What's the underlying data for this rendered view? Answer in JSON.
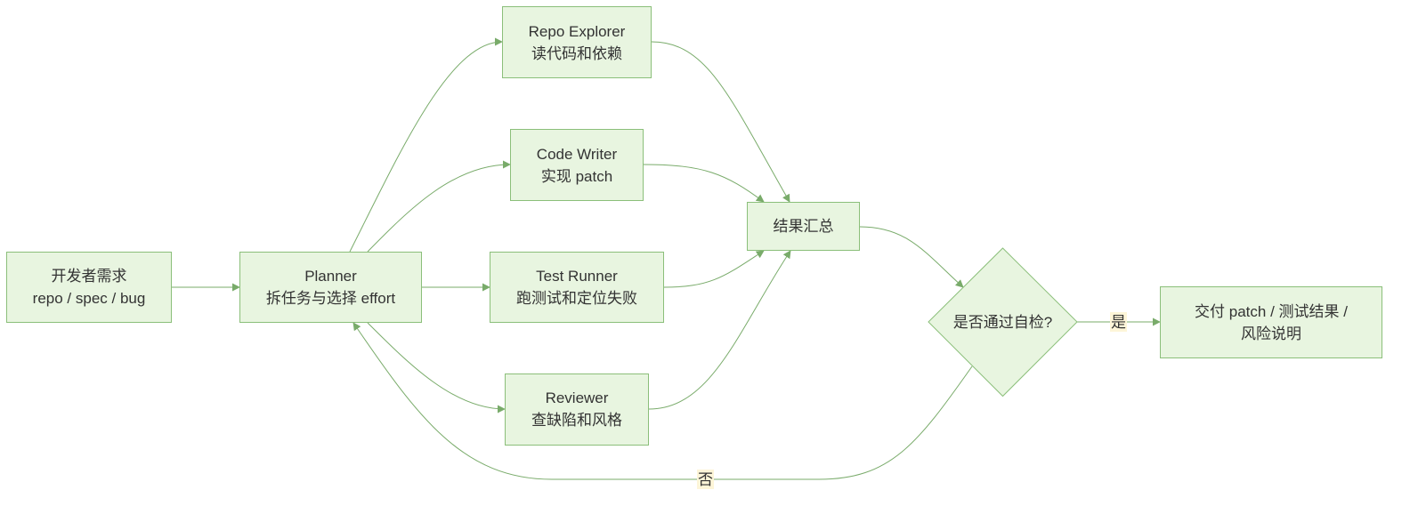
{
  "colors": {
    "node_fill": "#e8f5e0",
    "node_stroke": "#8bbf7a",
    "edge": "#79ab6a",
    "label_bg": "#fdf5d8",
    "text": "#333333"
  },
  "nodes": {
    "request": {
      "line1": "开发者需求",
      "line2": "repo / spec / bug"
    },
    "planner": {
      "line1": "Planner",
      "line2": "拆任务与选择 effort"
    },
    "explorer": {
      "line1": "Repo Explorer",
      "line2": "读代码和依赖"
    },
    "writer": {
      "line1": "Code Writer",
      "line2": "实现 patch"
    },
    "runner": {
      "line1": "Test Runner",
      "line2": "跑测试和定位失败"
    },
    "reviewer": {
      "line1": "Reviewer",
      "line2": "查缺陷和风格"
    },
    "summary": {
      "line1": "结果汇总"
    },
    "check": {
      "line1": "是否通过自检?"
    },
    "deliver": {
      "line1": "交付 patch / 测试结果 /",
      "line2": "风险说明"
    }
  },
  "edges": {
    "yes_label": "是",
    "no_label": "否"
  }
}
